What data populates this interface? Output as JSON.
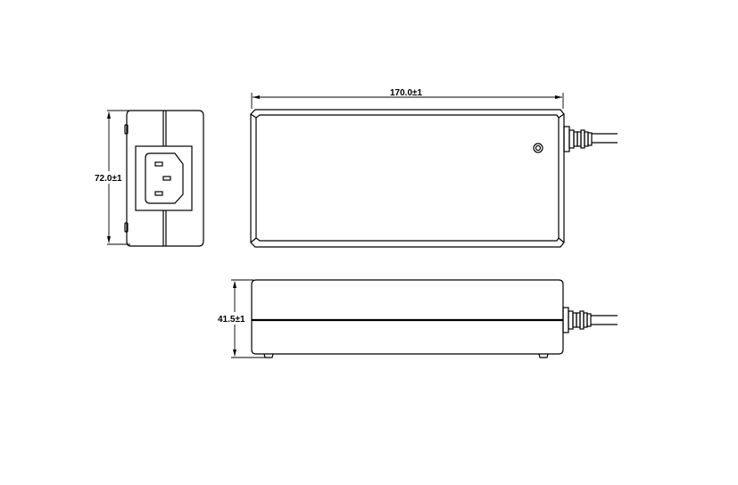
{
  "drawing": {
    "views": {
      "end_view": {
        "name": "end view (AC inlet side)",
        "height_dimension": "72.0±1"
      },
      "top_view": {
        "name": "top view",
        "length_dimension": "170.0±1"
      },
      "side_view": {
        "name": "side view",
        "thickness_dimension": "41.5±1"
      }
    },
    "components": {
      "inlet": "IEC C14 AC inlet",
      "led": "indicator LED",
      "cable": "DC output cable with strain relief"
    },
    "colors": {
      "line": "#000000",
      "background": "#ffffff"
    }
  }
}
